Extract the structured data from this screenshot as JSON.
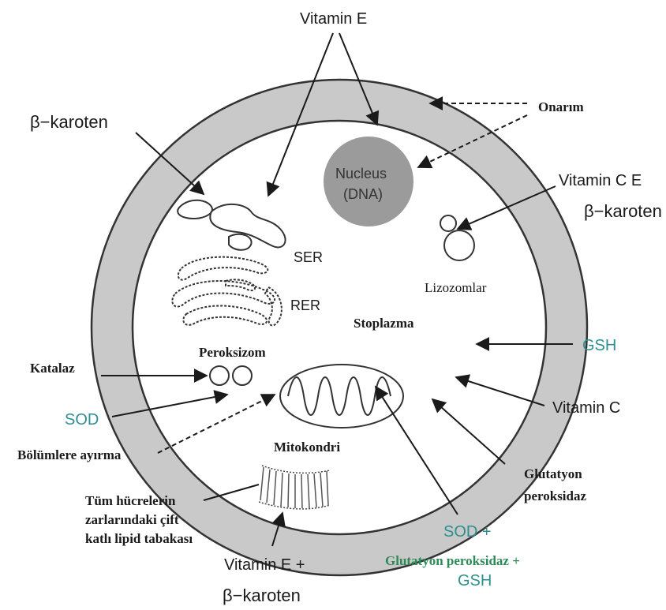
{
  "colors": {
    "background": "#ffffff",
    "membrane": "#c9c9c9",
    "nucleus": "#9b9b9b",
    "ink": "#1a1a1a",
    "teal": "#2f8f8f",
    "green": "#2d8a57"
  },
  "labels": {
    "vitamin_e_top": "Vitamin E",
    "beta_karoten_left": "β−karoten",
    "onarim": "Onarım",
    "nucleus": "Nucleus",
    "dna": "(DNA)",
    "vitamin_c_e": "Vitamin C  E",
    "beta_karoten_right": "β−karoten",
    "ser": "SER",
    "rer": "RER",
    "lizozomlar": "Lizozomlar",
    "stoplazma": "Stoplazma",
    "gsh_right": "GSH",
    "peroksizom": "Peroksizom",
    "katalaz": "Katalaz",
    "sod_left": "SOD",
    "vitamin_c_right": "Vitamin C",
    "bolumlere_ayirma": "Bölümlere ayırma",
    "mitokondri": "Mitokondri",
    "glutatyon_peroksidaz": "Glutatyon",
    "glutatyon_peroksidaz_2": "peroksidaz",
    "tum_hucrelerin_1": "Tüm hücrelerin",
    "tum_hucrelerin_2": "zarlarındaki çift",
    "tum_hucrelerin_3": "katlı lipid tabakası",
    "sod_plus": "SOD +",
    "glutatyon_peroksidaz_plus": "Glutatyon peroksidaz +",
    "gsh_bottom": "GSH",
    "vitamin_e_plus": "Vitamin E +",
    "beta_karoten_bottom": "β−karoten"
  }
}
